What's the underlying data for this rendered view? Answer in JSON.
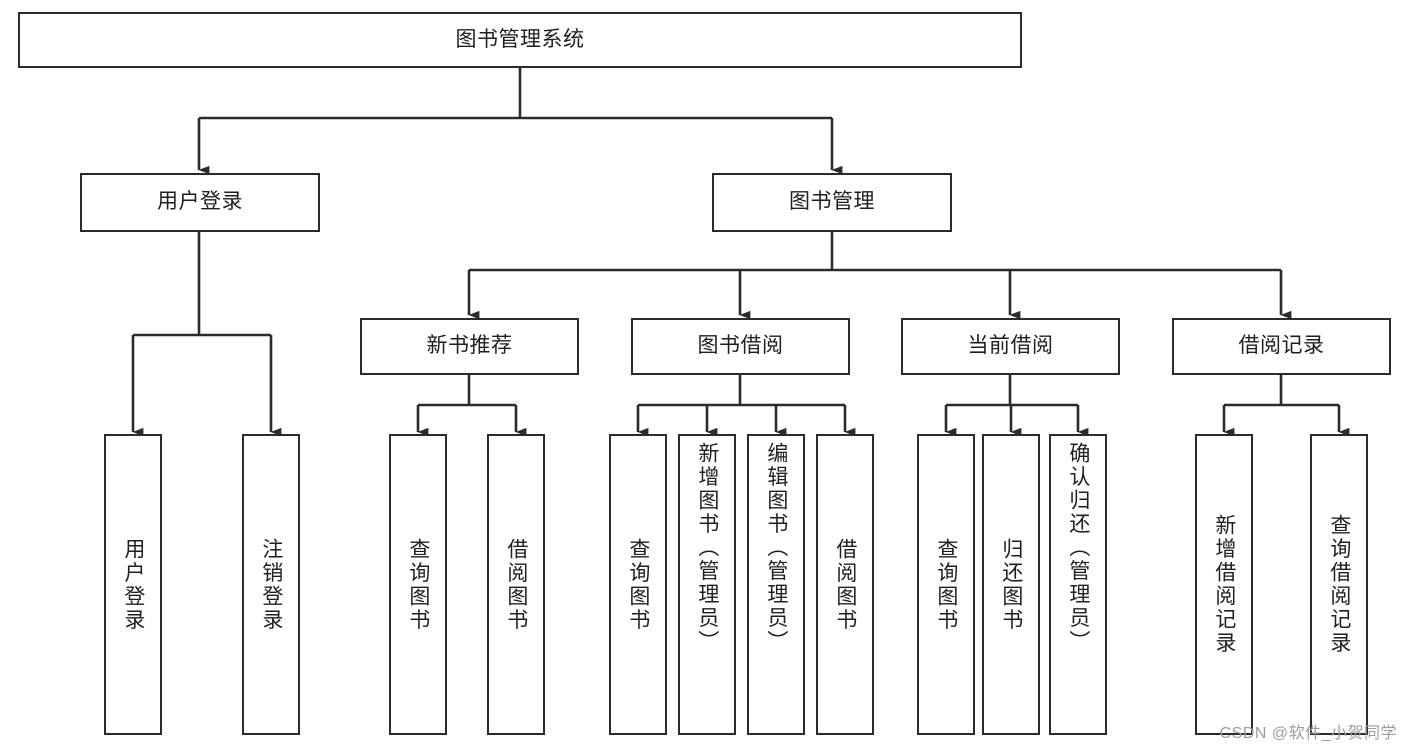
{
  "diagram": {
    "title": "图书管理系统",
    "type": "tree-hierarchy",
    "stroke_color": "#2b2b2b",
    "background_color": "#ffffff",
    "root": {
      "label": "图书管理系统"
    },
    "level2": [
      {
        "label": "用户登录"
      },
      {
        "label": "图书管理"
      }
    ],
    "level3": [
      {
        "label": "新书推荐"
      },
      {
        "label": "图书借阅"
      },
      {
        "label": "当前借阅"
      },
      {
        "label": "借阅记录"
      }
    ],
    "leaves": {
      "user_login": [
        {
          "label": "用户登录"
        },
        {
          "label": "注销登录"
        }
      ],
      "new_book_recommend": [
        {
          "label": "查询图书"
        },
        {
          "label": "借阅图书"
        }
      ],
      "book_borrow": [
        {
          "label": "查询图书"
        },
        {
          "label": "新增图书（管理员）"
        },
        {
          "label": "编辑图书（管理员）"
        },
        {
          "label": "借阅图书"
        }
      ],
      "current_borrow": [
        {
          "label": "查询图书"
        },
        {
          "label": "归还图书"
        },
        {
          "label": "确认归还（管理员）"
        }
      ],
      "borrow_record": [
        {
          "label": "新增借阅记录"
        },
        {
          "label": "查询借阅记录"
        }
      ]
    }
  },
  "watermark": {
    "text": "CSDN @软件_小贺同学",
    "color": "#9d9d9d"
  }
}
